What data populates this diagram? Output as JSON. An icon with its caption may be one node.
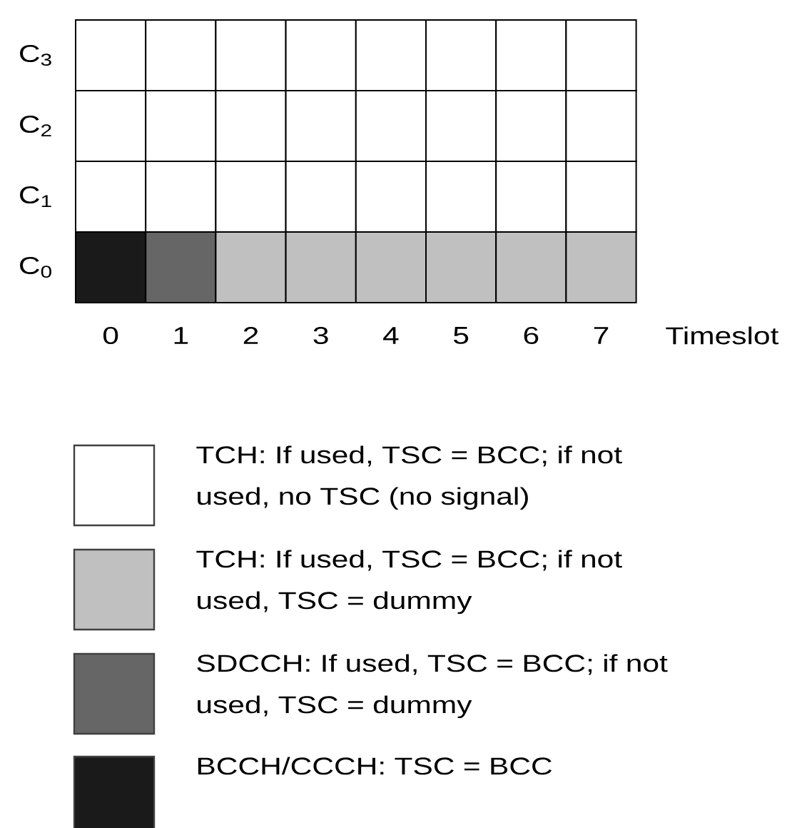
{
  "diagram": {
    "labels": [
      "C$_{3}$",
      "C$_{2}$",
      "C$_{1}$",
      "C$_{0}$",
      "0",
      "1",
      "2",
      "3",
      "4",
      "5",
      "6",
      "7",
      "Timeslot"
    ],
    "legend": [
      {
        "text": "TCH: If used, TSC = BCC; if not used, no TSC (no signal)"
      },
      {
        "text": "TCH: If used, TSC = BCC; if not used, TSC = dummy",
        "color": "#c0c0c0"
      },
      {
        "text": "SDCCH: If used, TSC = BCC; if not used, TSC = dummy",
        "color": "#666666"
      },
      {
        "text": "BCCH/CCCH: TSC = BCC",
        "color": "#1a1a1a"
      }
    ]
  }
}
